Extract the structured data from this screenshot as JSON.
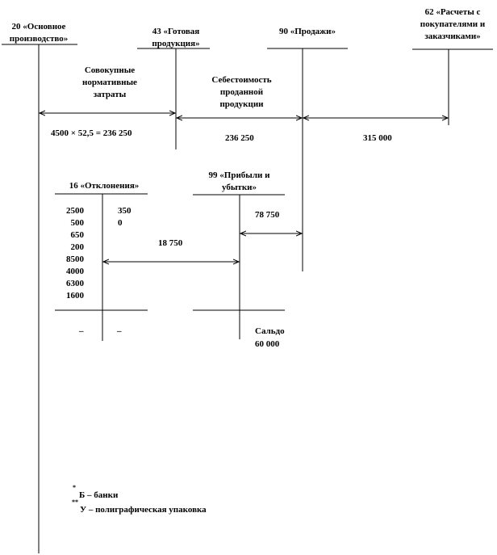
{
  "accounts": {
    "a20": "20 «Основное\nпроизводство»",
    "a43": "43 «Готовая\nпродукция»",
    "a90": "90 «Продажи»",
    "a62": "62 «Расчеты с\nпокупателями и\nзаказчиками»",
    "a16": "16 «Отклонения»",
    "a99": "99 «Прибыли и\nубытки»"
  },
  "annotations": {
    "total_costs": "Совокупные\nнормативные\nзатраты",
    "cost_of_sold": "Себестоимость\nпроданной\nпродукции",
    "calc": "4500 × 52,5 = 236 250",
    "v236": "236 250",
    "v315": "315 000",
    "v78": "78 750",
    "v18": "18 750",
    "saldo_label": "Сальдо",
    "saldo_value": "60 000"
  },
  "account16": {
    "debit": [
      "2500",
      "500",
      "650",
      "200",
      "8500",
      "4000",
      "6300",
      "1600"
    ],
    "credit": [
      "350",
      "0"
    ],
    "dash_left": "–",
    "dash_right": "–"
  },
  "footnotes": {
    "f1_mark": "*",
    "f1": "Б – банки",
    "f2_mark": "**",
    "f2": "У – полиграфическая упаковка"
  }
}
